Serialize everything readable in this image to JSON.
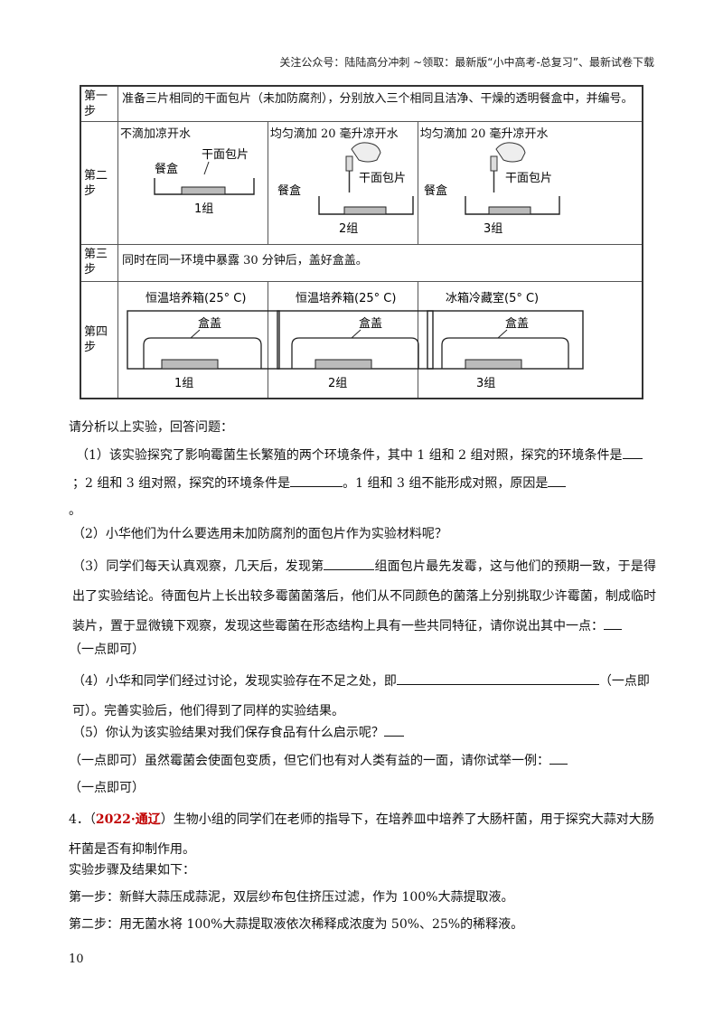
{
  "header": "关注公众号：陆陆高分冲刺 ~领取：最新版“小中高考-总复习”、最新试卷下载",
  "table": {
    "step1": {
      "label": "第一步",
      "text": "准备三片相同的干面包片（未加防腐剂），分别放入三个相同且洁净、干燥的透明餐盒中，并编号。"
    },
    "step2": {
      "label": "第二步",
      "cells": [
        {
          "title": "不滴加凉开水",
          "box": "餐盒",
          "bread": "干面包片",
          "group": "1组"
        },
        {
          "title": "均匀滴加 20 毫升凉开水",
          "box": "餐盒",
          "bread": "干面包片",
          "group": "2组"
        },
        {
          "title": "均匀滴加 20 毫升凉开水",
          "box": "餐盒",
          "bread": "干面包片",
          "group": "3组"
        }
      ]
    },
    "step3": {
      "label": "第三步",
      "text": "同时在同一环境中暴露 30 分钟后，盖好盒盖。"
    },
    "step4": {
      "label": "第四步",
      "cells": [
        {
          "title": "恒温培养箱(25° C)",
          "lid": "盒盖",
          "group": "1组"
        },
        {
          "title": "恒温培养箱(25° C)",
          "lid": "盒盖",
          "group": "2组"
        },
        {
          "title": "冰箱冷藏室(5° C)",
          "lid": "盒盖",
          "group": "3组"
        }
      ]
    }
  },
  "text": {
    "intro": "请分析以上实验，回答问题：",
    "q1a": "（1）该实验探究了影响霉菌生长繁殖的两个环境条件，其中 1 组和 2 组对照，探究的环境条件是",
    "q1b": "；2 组和 3 组对照，探究的环境条件是",
    "q1c": "。1 组和 3 组不能形成对照，原因是",
    "q1d": "。",
    "q2": "（2）小华他们为什么要选用未加防腐剂的面包片作为实验材料呢？",
    "q3a": "（3）同学们每天认真观察，几天后，发现第",
    "q3b": "组面包片最先发霉，这与他们的预期一致，于是得出了实验结论。待面包片上长出较多霉菌菌落后，他们从不同颜色的菌落上分别挑取少许霉菌，制成临时装片，置于显微镜下观察，发现这些霉菌在形态结构上具有一些共同特征，请你说出其中一点：",
    "q3c": "（一点即可）",
    "q4a": "（4）小华和同学们经过讨论，发现实验存在不足之处，即",
    "q4b": "（一点即",
    "q4c": "可）。完善实验后，他们得到了同样的实验结果。",
    "q5a": "（5）你认为该实验结果对我们保存食品有什么启示呢？",
    "q5b": "（一点即可）虽然霉菌会使面包变质，但它们也有对人类有益的一面，请你试举一例：",
    "q5c": "（一点即可）",
    "p4_num": "4．（",
    "p4_src": "2022·通辽",
    "p4_rest": "）生物小组的同学们在老师的指导下，在培养皿中培养了大肠杆菌，用于探究大蒜对大肠杆菌是否有抑制作用。",
    "p4_steps": "实验步骤及结果如下：",
    "p4_s1": "第一步：新鲜大蒜压成蒜泥，双层纱布包住挤压过滤，作为 100%大蒜提取液。",
    "p4_s2": "第二步：用无菌水将 100%大蒜提取液依次稀释成浓度为 50%、25%的稀释液。"
  },
  "page_number": "10"
}
